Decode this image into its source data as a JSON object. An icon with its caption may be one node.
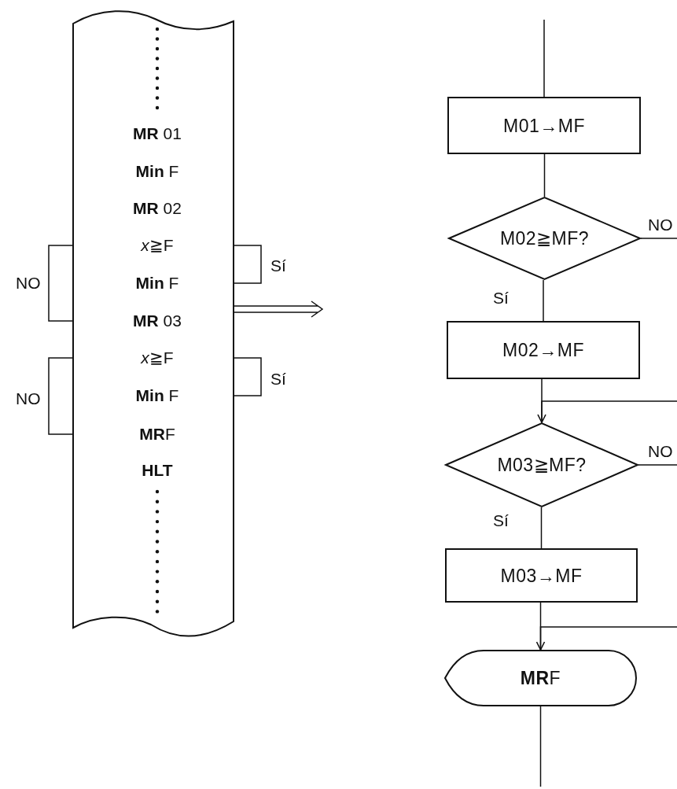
{
  "diagram": {
    "nodes": [
      {
        "text": [],
        "shape": "tape"
      },
      {
        "text": [
          "*x*≧F"
        ],
        "in": 0
      },
      {
        "text": [
          "**Min** F"
        ],
        "in": 0
      },
      {
        "text": [
          "**MR** 03"
        ],
        "in": 0
      },
      {
        "text": [
          "*x*≧F"
        ],
        "in": 0
      },
      {
        "text": [
          "**Min** F"
        ],
        "in": 0
      },
      {
        "text": [
          "**MR**F"
        ],
        "in": 0
      },
      {
        "text": [
          "M01→MF"
        ]
      },
      {
        "text": [
          "M02≧MF?"
        ]
      },
      {
        "text": [
          "M02→MF"
        ]
      },
      {
        "text": [
          "M03≧MF?"
        ]
      },
      {
        "text": [
          "M03→MF"
        ]
      },
      {
        "text": [
          "**MR**F"
        ]
      }
    ],
    "edges": [
      {
        "from": 1,
        "to": 2,
        "arrow": "to",
        "label": "Sí"
      },
      {
        "from": 1,
        "to": 3,
        "arrow": "to",
        "label": "NO"
      },
      {
        "from": 4,
        "to": 5,
        "arrow": "to",
        "label": "Sí"
      },
      {
        "from": 4,
        "to": 6,
        "arrow": "to",
        "label": "NO"
      },
      {
        "from": 0,
        "to": null,
        "arrow": "to"
      },
      {
        "from": null,
        "to": 7,
        "arrow": "none"
      },
      {
        "from": 7,
        "to": 8,
        "arrow": "none"
      },
      {
        "from": 8,
        "to": 9,
        "arrow": "none",
        "label": "Sí"
      },
      {
        "from": 8,
        "to": null,
        "arrow": "none",
        "label": "NO"
      },
      {
        "from": null,
        "to": 10,
        "arrow": "to"
      },
      {
        "from": 9,
        "to": 10,
        "arrow": "none"
      },
      {
        "from": 10,
        "to": 11,
        "arrow": "none",
        "label": "Sí"
      },
      {
        "from": 10,
        "to": null,
        "arrow": "none",
        "label": "NO"
      },
      {
        "from": null,
        "to": 12,
        "arrow": "to"
      },
      {
        "from": 11,
        "to": 12,
        "arrow": "none"
      },
      {
        "from": 12,
        "to": null,
        "arrow": "none"
      }
    ],
    "labels": [
      "**MR** 01",
      "**Min** F",
      "**MR** 02",
      "HLT"
    ]
  }
}
